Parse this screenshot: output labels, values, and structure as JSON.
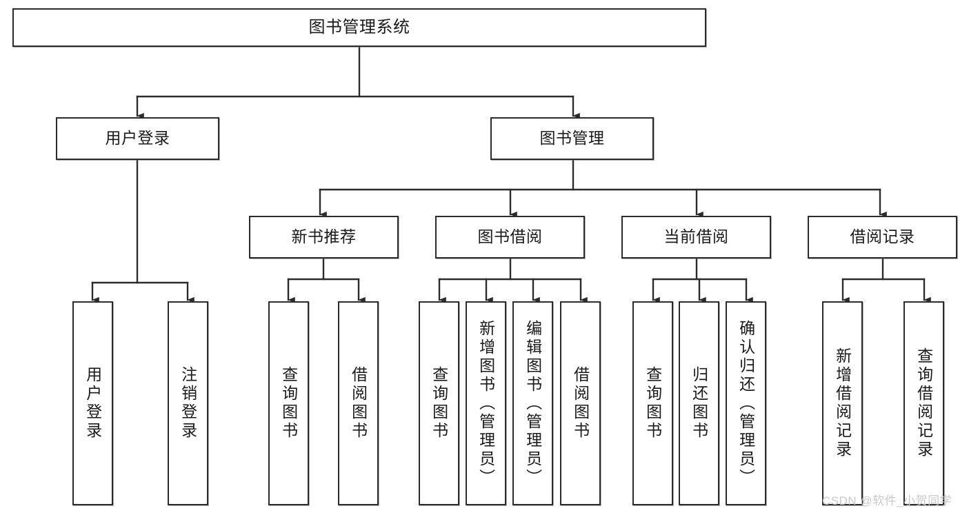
{
  "diagram": {
    "title": "图书管理系统",
    "type": "tree-hierarchy",
    "watermark": "CSDN @软件_小贺同学",
    "colors": {
      "box_border": "#2b2b2b",
      "box_fill": "#ffffff",
      "edge": "#2b2b2b",
      "text": "#1a1a1a",
      "watermark": "#c9c9c9"
    },
    "levels": {
      "root": {
        "label": "图书管理系统"
      },
      "level2": [
        {
          "id": "user-login",
          "label": "用户登录"
        },
        {
          "id": "book-manage",
          "label": "图书管理"
        }
      ],
      "level3": [
        {
          "id": "new-book-recommend",
          "label": "新书推荐"
        },
        {
          "id": "book-borrow",
          "label": "图书借阅"
        },
        {
          "id": "current-borrow",
          "label": "当前借阅"
        },
        {
          "id": "borrow-record",
          "label": "借阅记录"
        }
      ],
      "leaves": {
        "user_login": [
          {
            "id": "leaf-user-login",
            "label": "用户登录"
          },
          {
            "id": "leaf-logout-login",
            "label": "注销登录"
          }
        ],
        "new_book_recommend": [
          {
            "id": "leaf-query-book-1",
            "label": "查询图书"
          },
          {
            "id": "leaf-borrow-book-1",
            "label": "借阅图书"
          }
        ],
        "book_borrow": [
          {
            "id": "leaf-query-book-2",
            "label": "查询图书"
          },
          {
            "id": "leaf-add-book",
            "label": "新增图书（管理员）"
          },
          {
            "id": "leaf-edit-book",
            "label": "编辑图书（管理员）"
          },
          {
            "id": "leaf-borrow-book-2",
            "label": "借阅图书"
          }
        ],
        "current_borrow": [
          {
            "id": "leaf-query-book-3",
            "label": "查询图书"
          },
          {
            "id": "leaf-return-book",
            "label": "归还图书"
          },
          {
            "id": "leaf-confirm-return",
            "label": "确认归还（管理员）"
          }
        ],
        "borrow_record": [
          {
            "id": "leaf-add-record",
            "label": "新增借阅记录"
          },
          {
            "id": "leaf-query-record",
            "label": "查询借阅记录"
          }
        ]
      }
    }
  }
}
